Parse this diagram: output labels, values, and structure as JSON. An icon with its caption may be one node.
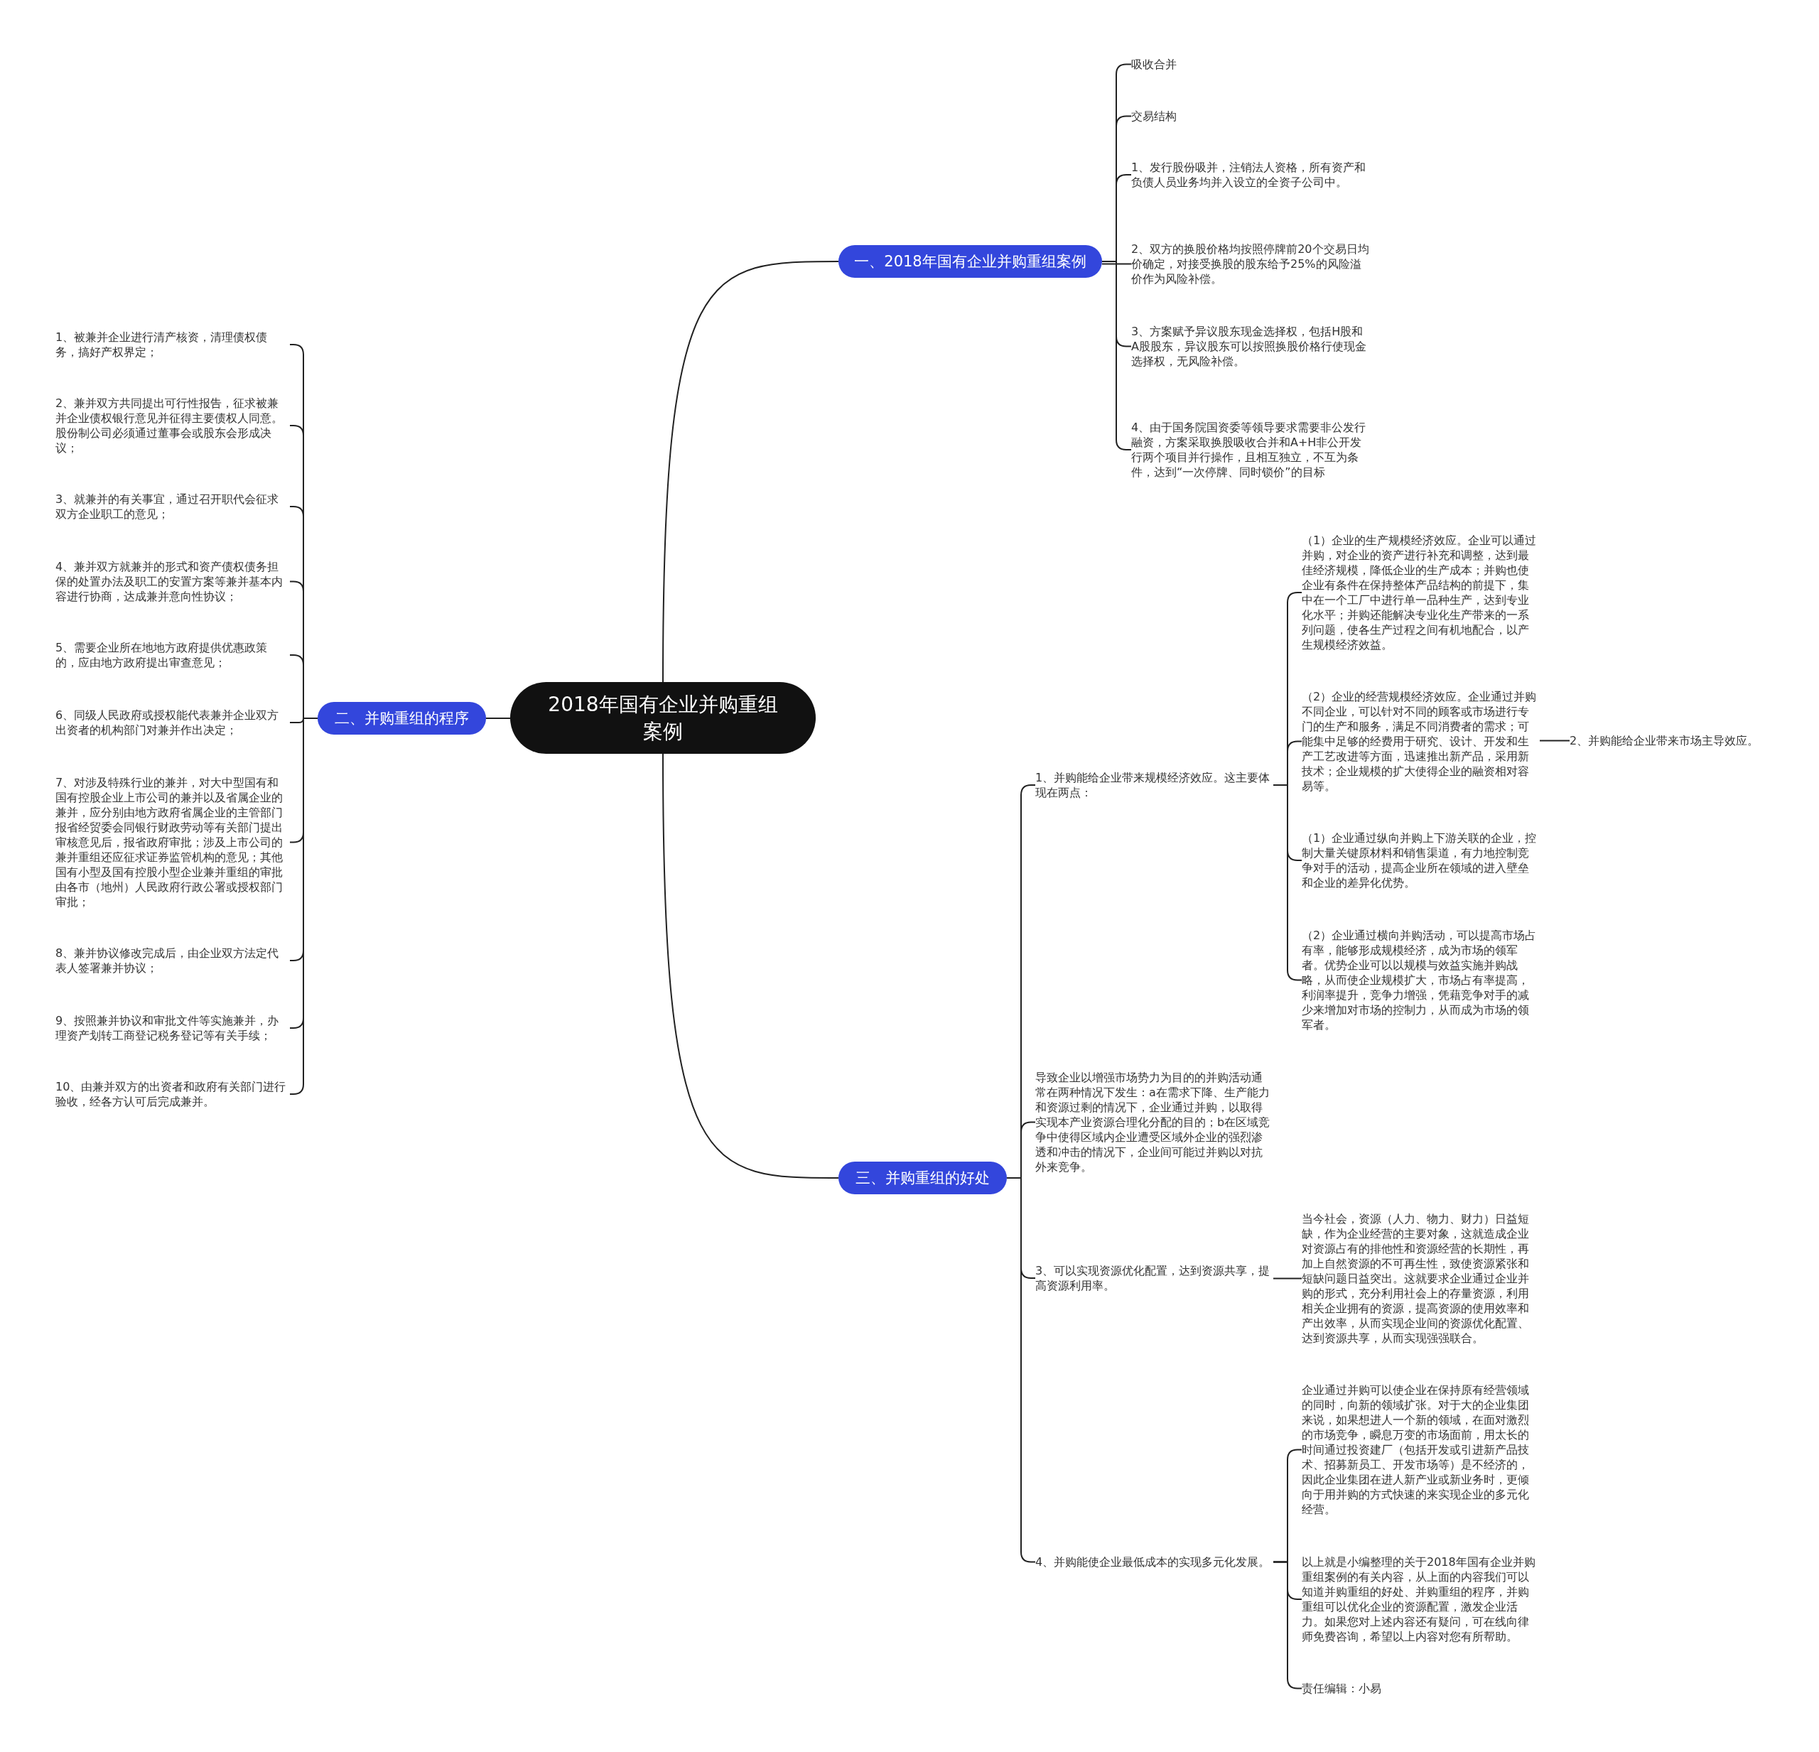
{
  "diagram": {
    "nodes": [
      {
        "text": [
          "2018年国有企业并购重组案例"
        ]
      },
      {
        "text": [
          "一、2018年国有企业并购重组案例"
        ]
      },
      {
        "text": [
          "吸收合并"
        ]
      },
      {
        "text": [
          "交易结构"
        ]
      },
      {
        "text": [
          "1、发行股份吸并，注销法人资格，所有资产和负债人员业务均并入设立的全资子公司中。"
        ]
      },
      {
        "text": [
          "2、双方的换股价格均按照停牌前20个交易日均价确定，对接受换股的股东给予25%的风险溢价作为风险补偿。"
        ]
      },
      {
        "text": [
          "3、方案赋予异议股东现金选择权，包括H股和A股股东，异议股东可以按照换股价格行使现金选择权，无风险补偿。"
        ]
      },
      {
        "text": [
          "4、由于国务院国资委等领导要求需要非公发行融资，方案采取换股吸收合并和A+H非公开发行两个项目并行操作，且相互独立，不互为条件，达到“一次停牌、同时锁价”的目标"
        ]
      },
      {
        "text": [
          "二、并购重组的程序"
        ]
      },
      {
        "text": [
          "1、被兼并企业进行清产核资，清理债权债务，搞好产权界定；"
        ]
      },
      {
        "text": [
          "2、兼并双方共同提出可行性报告，征求被兼并企业债权银行意见并征得主要债权人同意。股份制公司必须通过董事会或股东会形成决议；"
        ]
      },
      {
        "text": [
          "3、就兼并的有关事宜，通过召开职代会征求双方企业职工的意见；"
        ]
      },
      {
        "text": [
          "4、兼并双方就兼并的形式和资产债权债务担保的处置办法及职工的安置方案等兼并基本内容进行协商，达成兼并意向性协议；"
        ]
      },
      {
        "text": [
          "5、需要企业所在地地方政府提供优惠政策的，应由地方政府提出审查意见；"
        ]
      },
      {
        "text": [
          "6、同级人民政府或授权能代表兼并企业双方出资者的机构部门对兼并作出决定；"
        ]
      },
      {
        "text": [
          "7、对涉及特殊行业的兼并，对大中型国有和国有控股企业上市公司的兼并以及省属企业的兼并，应分别由地方政府省属企业的主管部门报省经贸委会同银行财政劳动等有关部门提出审核意见后，报省政府审批；涉及上市公司的兼并重组还应征求证券监管机构的意见；其他国有小型及国有控股小型企业兼并重组的审批由各市（地州）人民政府行政公署或授权部门审批；"
        ]
      },
      {
        "text": [
          "8、兼并协议修改完成后，由企业双方法定代表人签署兼并协议；"
        ]
      },
      {
        "text": [
          "9、按照兼并协议和审批文件等实施兼并，办理资产划转工商登记税务登记等有关手续；"
        ]
      },
      {
        "text": [
          "10、由兼并双方的出资者和政府有关部门进行验收，经各方认可后完成兼并。"
        ]
      },
      {
        "text": [
          "三、并购重组的好处"
        ]
      },
      {
        "text": [
          "1、并购能给企业带来规模经济效应。这主要体现在两点："
        ]
      },
      {
        "text": [
          "（1）企业的生产规模经济效应。企业可以通过并购，对企业的资产进行补充和调整，达到最佳经济规模，降低企业的生产成本；并购也使企业有条件在保持整体产品结构的前提下，集中在一个工厂中进行单一品种生产，达到专业化水平；并购还能解决专业化生产带来的一系列问题，使各生产过程之间有机地配合，以产生规模经济效益。"
        ]
      },
      {
        "text": [
          "（2）企业的经营规模经济效应。企业通过并购不同企业，可以针对不同的顾客或市场进行专门的生产和服务，满足不同消费者的需求；可能集中足够的经费用于研究、设计、开发和生产工艺改进等方面，迅速推出新产品，采用新技术；企业规模的扩大使得企业的融资相对容易等。"
        ]
      },
      {
        "text": [
          "（1）企业通过纵向并购上下游关联的企业，控制大量关键原材料和销售渠道，有力地控制竞争对手的活动，提高企业所在领域的进入壁垒和企业的差异化优势。"
        ]
      },
      {
        "text": [
          "（2）企业通过横向并购活动，可以提高市场占有率，能够形成规模经济，成为市场的领军者。优势企业可以以规模与效益实施并购战略，从而使企业规模扩大，市场占有率提高，利润率提升，竞争力增强，凭藉竞争对手的减少来增加对市场的控制力，从而成为市场的领军者。"
        ]
      },
      {
        "text": [
          "2、并购能给企业带来市场主导效应。"
        ]
      },
      {
        "text": [
          "导致企业以增强市场势力为目的的并购活动通常在两种情况下发生：a在需求下降、生产能力和资源过剩的情况下，企业通过并购，以取得实现本产业资源合理化分配的目的；b在区域竞争中使得区域内企业遭受区域外企业的强烈渗透和冲击的情况下，企业间可能过并购以对抗外来竞争。"
        ]
      },
      {
        "text": [
          "3、可以实现资源优化配置，达到资源共享，提高资源利用率。"
        ]
      },
      {
        "text": [
          "当今社会，资源（人力、物力、财力）日益短缺，作为企业经营的主要对象，这就造成企业对资源占有的排他性和资源经营的长期性，再加上自然资源的不可再生性，致使资源紧张和短缺问题日益突出。这就要求企业通过企业并购的形式，充分利用社会上的存量资源，利用相关企业拥有的资源，提高资源的使用效率和产出效率，从而实现企业间的资源优化配置、达到资源共享，从而实现强强联合。"
        ]
      },
      {
        "text": [
          "4、并购能使企业最低成本的实现多元化发展。"
        ]
      },
      {
        "text": [
          "企业通过并购可以使企业在保持原有经营领域的同时，向新的领域扩张。对于大的企业集团来说，如果想进人一个新的领域，在面对激烈的市场竞争，瞬息万变的市场面前，用太长的时间通过投资建厂（包括开发或引进新产品技术、招募新员工、开发市场等）是不经济的，因此企业集团在进人新产业或新业务时，更倾向于用并购的方式快速的来实现企业的多元化经营。"
        ]
      },
      {
        "text": [
          "以上就是小编整理的关于2018年国有企业并购重组案例的有关内容，从上面的内容我们可以知道并购重组的好处、并购重组的程序，并购重组可以优化企业的资源配置，激发企业活力。如果您对上述内容还有疑问，可在线向律师免费咨询，希望以上内容对您有所帮助。"
        ]
      },
      {
        "text": [
          "责任编辑：小易"
        ]
      }
    ],
    "edges": [
      {
        "from": 0,
        "to": 1,
        "arrow": "none"
      },
      {
        "from": 0,
        "to": 8,
        "arrow": "none"
      },
      {
        "from": 0,
        "to": 19,
        "arrow": "none"
      },
      {
        "from": 1,
        "to": 2,
        "arrow": "none"
      },
      {
        "from": 1,
        "to": 3,
        "arrow": "none"
      },
      {
        "from": 1,
        "to": 4,
        "arrow": "none"
      },
      {
        "from": 1,
        "to": 5,
        "arrow": "none"
      },
      {
        "from": 1,
        "to": 6,
        "arrow": "none"
      },
      {
        "from": 1,
        "to": 7,
        "arrow": "none"
      },
      {
        "from": 8,
        "to": 9,
        "arrow": "none"
      },
      {
        "from": 8,
        "to": 10,
        "arrow": "none"
      },
      {
        "from": 8,
        "to": 11,
        "arrow": "none"
      },
      {
        "from": 8,
        "to": 12,
        "arrow": "none"
      },
      {
        "from": 8,
        "to": 13,
        "arrow": "none"
      },
      {
        "from": 8,
        "to": 14,
        "arrow": "none"
      },
      {
        "from": 8,
        "to": 15,
        "arrow": "none"
      },
      {
        "from": 8,
        "to": 16,
        "arrow": "none"
      },
      {
        "from": 8,
        "to": 17,
        "arrow": "none"
      },
      {
        "from": 8,
        "to": 18,
        "arrow": "none"
      },
      {
        "from": 19,
        "to": 20,
        "arrow": "none"
      },
      {
        "from": 19,
        "to": 26,
        "arrow": "none"
      },
      {
        "from": 19,
        "to": 27,
        "arrow": "none"
      },
      {
        "from": 19,
        "to": 29,
        "arrow": "none"
      },
      {
        "from": 20,
        "to": 21,
        "arrow": "none"
      },
      {
        "from": 20,
        "to": 22,
        "arrow": "none"
      },
      {
        "from": 20,
        "to": 23,
        "arrow": "none"
      },
      {
        "from": 20,
        "to": 24,
        "arrow": "none"
      },
      {
        "from": 22,
        "to": 25,
        "arrow": "none"
      },
      {
        "from": 27,
        "to": 28,
        "arrow": "none"
      },
      {
        "from": 29,
        "to": 30,
        "arrow": "none"
      },
      {
        "from": 29,
        "to": 31,
        "arrow": "none"
      },
      {
        "from": 29,
        "to": 32,
        "arrow": "none"
      }
    ]
  }
}
